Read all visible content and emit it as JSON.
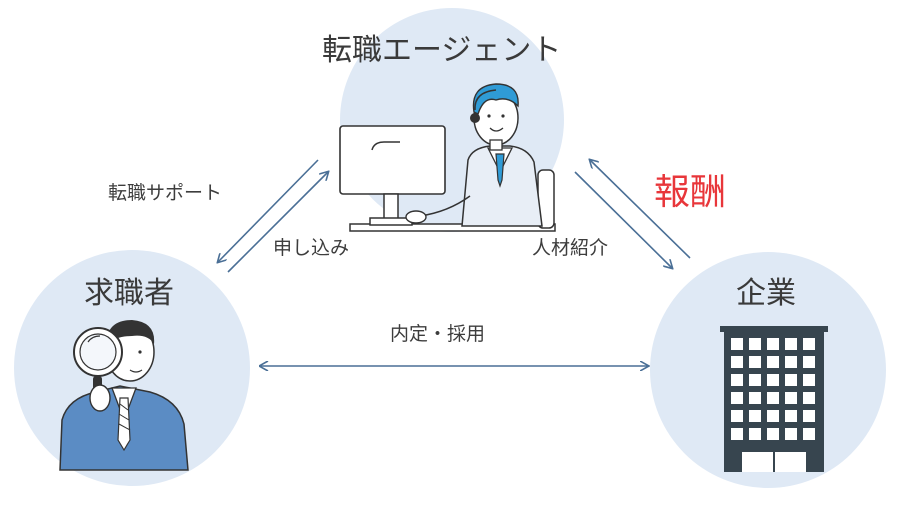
{
  "nodes": {
    "agent": "転職エージェント",
    "seeker": "求職者",
    "company": "企業"
  },
  "flows": {
    "support": "転職サポート",
    "apply": "申し込み",
    "introduce": "人材紹介",
    "reward": "報酬",
    "offer": "内定・採用"
  },
  "colors": {
    "circle_fill": "#dfe9f5",
    "arrow": "#4a6f96",
    "reward": "#e8363a",
    "suit": "#5b8cc4",
    "hair": "#2f9bd6",
    "building": "#37454f"
  }
}
